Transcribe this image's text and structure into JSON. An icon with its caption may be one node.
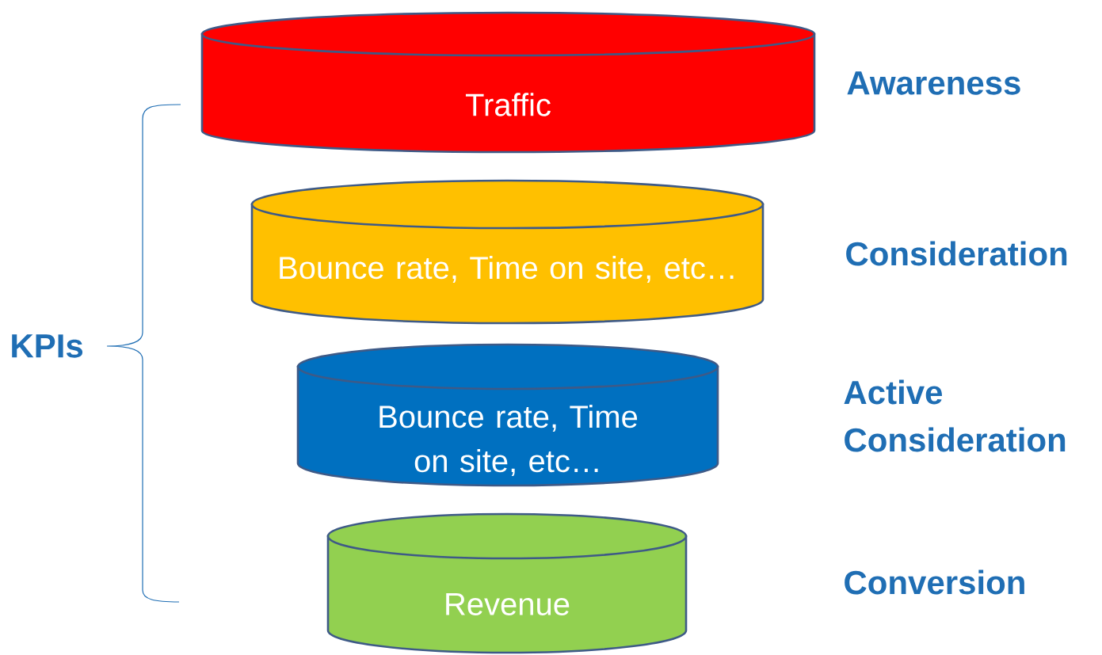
{
  "diagram": {
    "nodes": [
      {
        "text": [
          "Traffic"
        ]
      },
      {
        "text": [
          "Bounce rate, Time on site, etc…"
        ]
      },
      {
        "text": [
          "Bounce rate, Time on site, etc…"
        ]
      },
      {
        "text": [
          "Revenue"
        ]
      }
    ],
    "labels": [
      "Awareness",
      "Consideration",
      "KPIs",
      "Active Consideration",
      "Conversion"
    ]
  }
}
